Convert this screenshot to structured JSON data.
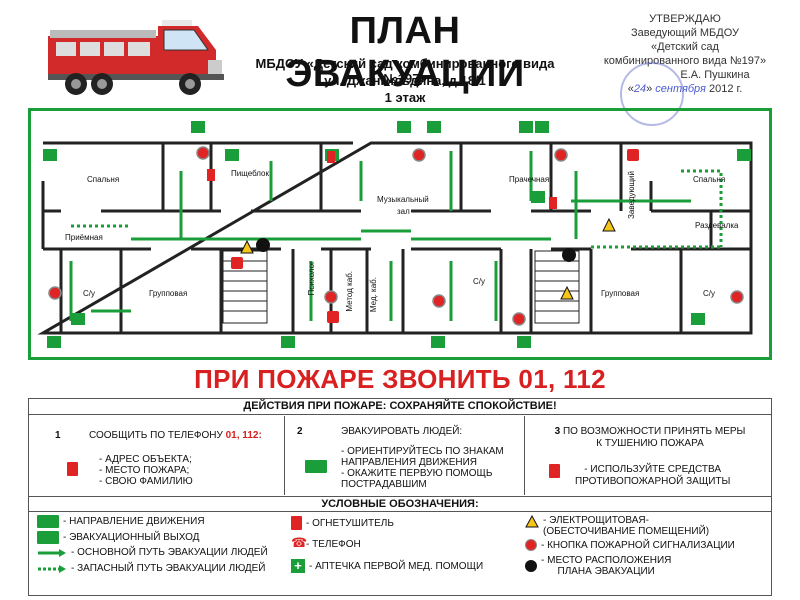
{
  "header": {
    "title": "ПЛАН ЭВАКУАЦИИ",
    "org": "МБДОУ «Детский сад комбинированного вида №197»",
    "address": "ул. Джангильдина, д.18/1",
    "floor": "1 этаж"
  },
  "approval": {
    "line1": "УТВЕРЖДАЮ",
    "line2": "Заведующий МБДОУ",
    "line3": "«Детский сад",
    "line4": "комбинированного вида №197»",
    "line5": "Е.А. Пушкина",
    "date_day": "24",
    "date_month": "сентября",
    "date_year": "2012 г."
  },
  "rooms": {
    "bedroom_left": "Спальня",
    "kitchen": "Пищеблок",
    "music_hall_1": "Музыкальный",
    "music_hall_2": "зал",
    "laundry": "Прачечная",
    "head": "Заведующий",
    "bedroom_right": "Спальня",
    "reception": "Приёмная",
    "cloakroom": "Раздевалка",
    "wc_left": "С/у",
    "group_left": "Групповая",
    "psych": "Психолог",
    "method": "Метод каб.",
    "med": "Мед. каб.",
    "wc_mid": "С/у",
    "group_right": "Групповая",
    "wc_right": "С/у"
  },
  "fire_call": "ПРИ ПОЖАРЕ ЗВОНИТЬ 01, 112",
  "actions": {
    "heading": "ДЕЙСТВИЯ ПРИ ПОЖАРЕ: СОХРАНЯЙТЕ СПОКОЙСТВИЕ!",
    "step1_num": "1",
    "step1_text": "СООБЩИТЬ ПО ТЕЛЕФОНУ",
    "step1_phone": "01, 112:",
    "step1_items": [
      "- АДРЕС ОБЪЕКТА;",
      "- МЕСТО ПОЖАРА;",
      "- СВОЮ ФАМИЛИЮ"
    ],
    "step2_num": "2",
    "step2_text": "ЭВАКУИРОВАТЬ ЛЮДЕЙ:",
    "step2_items": [
      "- ОРИЕНТИРУЙТЕСЬ ПО ЗНАКАМ",
      "НАПРАВЛЕНИЯ ДВИЖЕНИЯ",
      "- ОКАЖИТЕ ПЕРВУЮ ПОМОЩЬ",
      "ПОСТРАДАВШИМ"
    ],
    "step3_num": "3",
    "step3_text_1": "ПО ВОЗМОЖНОСТИ ПРИНЯТЬ МЕРЫ",
    "step3_text_2": "К ТУШЕНИЮ ПОЖАРА",
    "step3_items": [
      "- ИСПОЛЬЗУЙТЕ СРЕДСТВА",
      "ПРОТИВОПОЖАРНОЙ ЗАЩИТЫ"
    ]
  },
  "legend": {
    "heading": "УСЛОВНЫЕ ОБОЗНАЧЕНИЯ:",
    "direction": "- НАПРАВЛЕНИЕ ДВИЖЕНИЯ",
    "exit": "- ЭВАКУАЦИОННЫЙ ВЫХОД",
    "main_path": "- ОСНОВНОЙ ПУТЬ ЭВАКУАЦИИ ЛЮДЕЙ",
    "reserve_path": "- ЗАПАСНЫЙ  ПУТЬ ЭВАКУАЦИИ ЛЮДЕЙ",
    "extinguisher": "- ОГНЕТУШИТЕЛЬ",
    "phone": "- ТЕЛЕФОН",
    "first_aid": "- АПТЕЧКА ПЕРВОЙ МЕД. ПОМОЩИ",
    "panel_1": "- ЭЛЕКТРОЩИТОВАЯ-",
    "panel_2": "(ОБЕСТОЧИВАНИЕ ПОМЕЩЕНИЙ)",
    "alarm_button": "- КНОПКА ПОЖАРНОЙ СИГНАЛИЗАЦИИ",
    "you_are_here_1": "- МЕСТО РАСПОЛОЖЕНИЯ",
    "you_are_here_2": "ПЛАНА ЭВАКУАЦИИ"
  },
  "colors": {
    "green": "#1a9e3a",
    "red": "#e02424",
    "title_red": "#d82020",
    "wall": "#222222"
  }
}
